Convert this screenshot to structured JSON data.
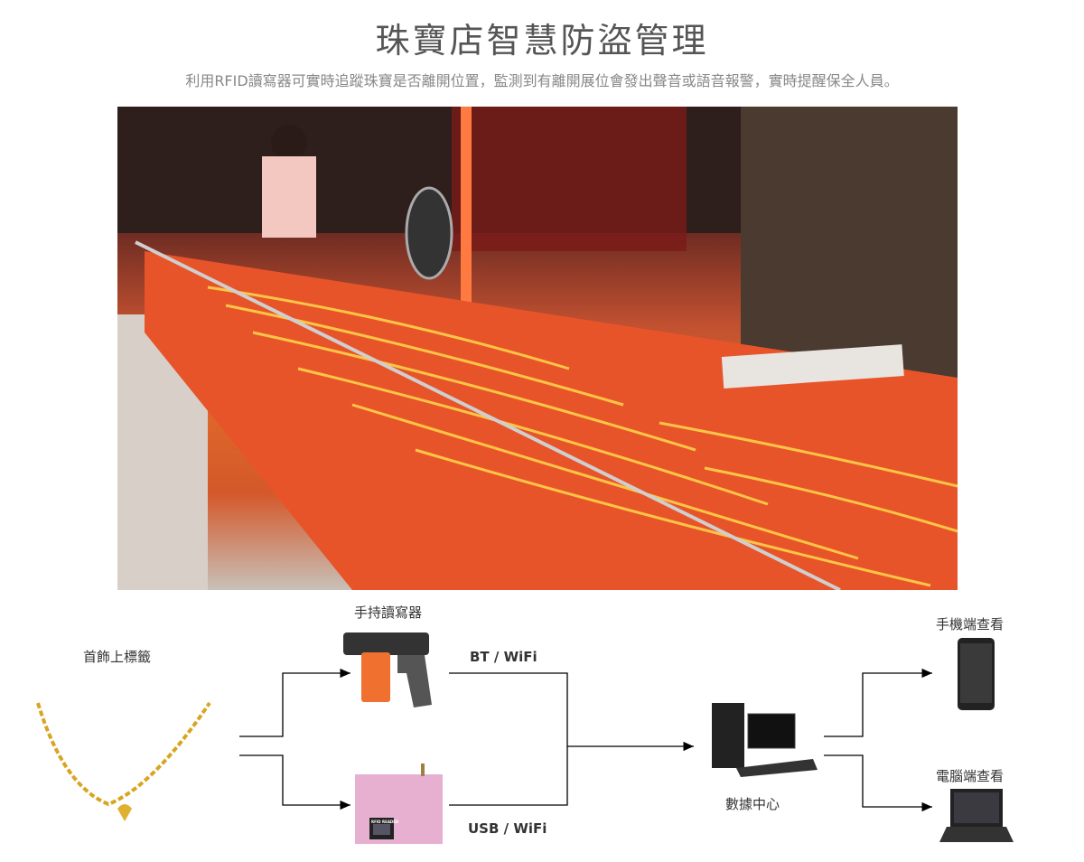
{
  "title": "珠寶店智慧防盜管理",
  "subtitle": "利用RFID讀寫器可實時追蹤珠寶是否離開位置，監測到有離開展位會發出聲音或語音報警，實時提醒保全人員。",
  "diagram": {
    "tag_label": "首飾上標籤",
    "handheld_label": "手持讀寫器",
    "fixed_reader_text": "RFID READER",
    "bt_label": "BT / WiFi",
    "usb_label": "USB / WiFi",
    "datacenter_label": "數據中心",
    "mobile_label": "手機端查看",
    "pc_label": "電腦端查看"
  }
}
